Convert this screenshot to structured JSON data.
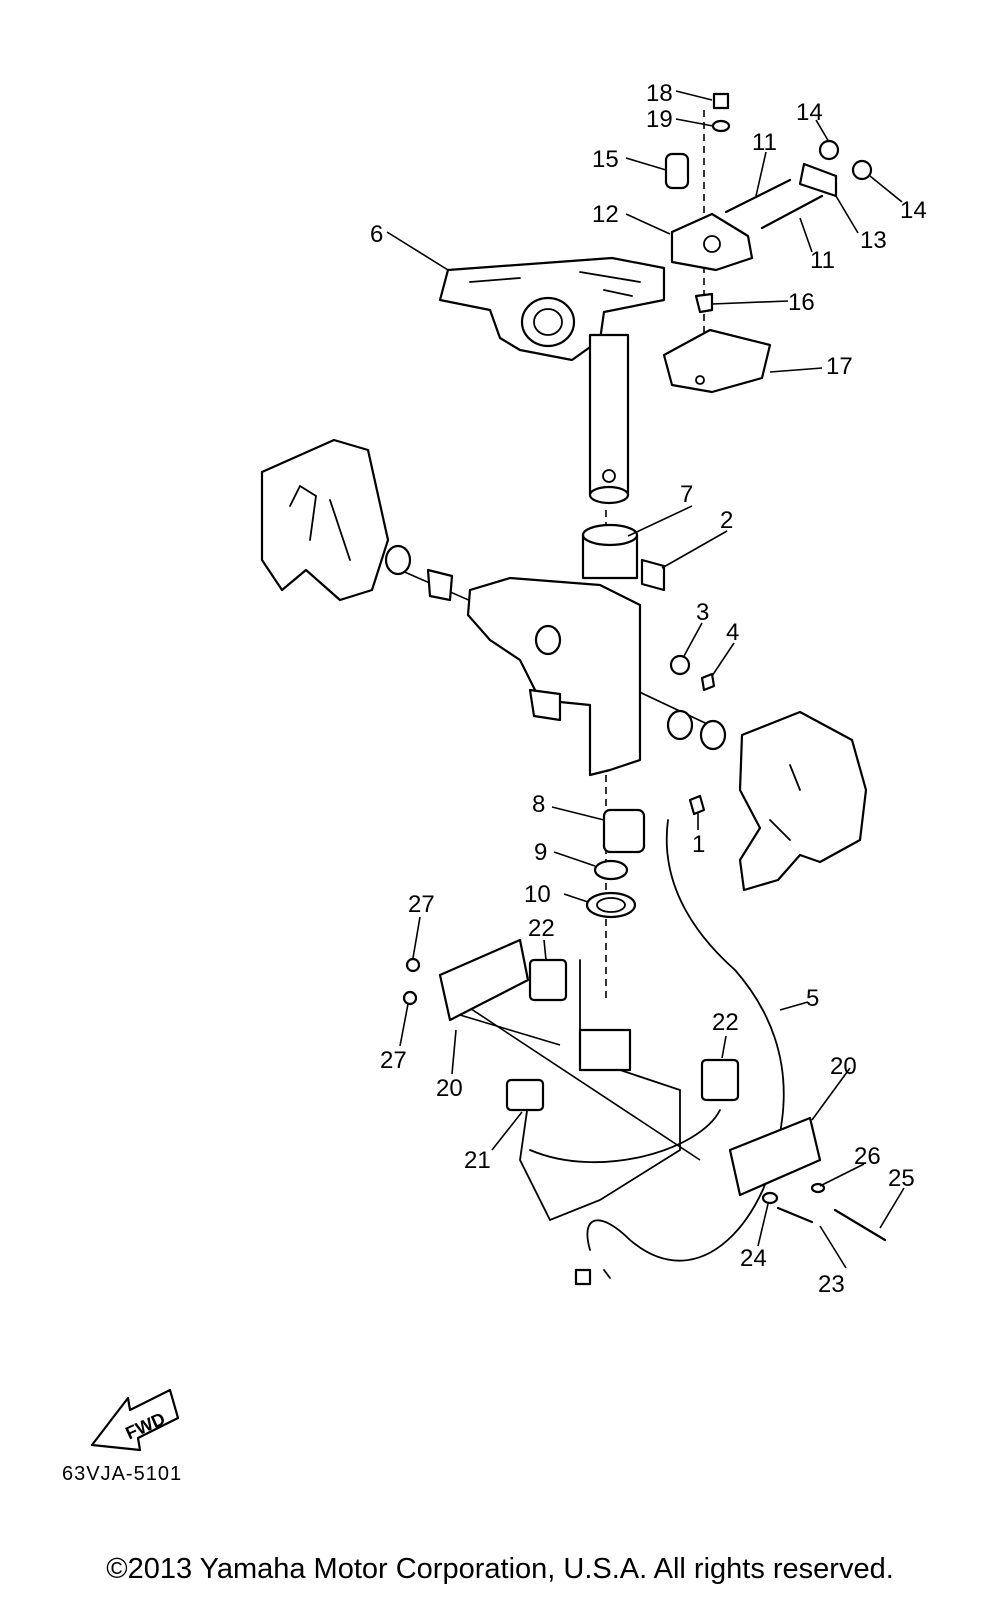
{
  "diagram": {
    "callouts": [
      "1",
      "2",
      "3",
      "4",
      "5",
      "6",
      "7",
      "8",
      "9",
      "10",
      "11",
      "11",
      "12",
      "13",
      "14",
      "14",
      "15",
      "16",
      "17",
      "18",
      "19",
      "20",
      "20",
      "21",
      "22",
      "22",
      "23",
      "24",
      "25",
      "26",
      "27",
      "27"
    ],
    "fwd_label": "FWD",
    "diagram_code": "63VJA-5101",
    "copyright": "©2013 Yamaha Motor Corporation, U.S.A. All rights reserved."
  }
}
